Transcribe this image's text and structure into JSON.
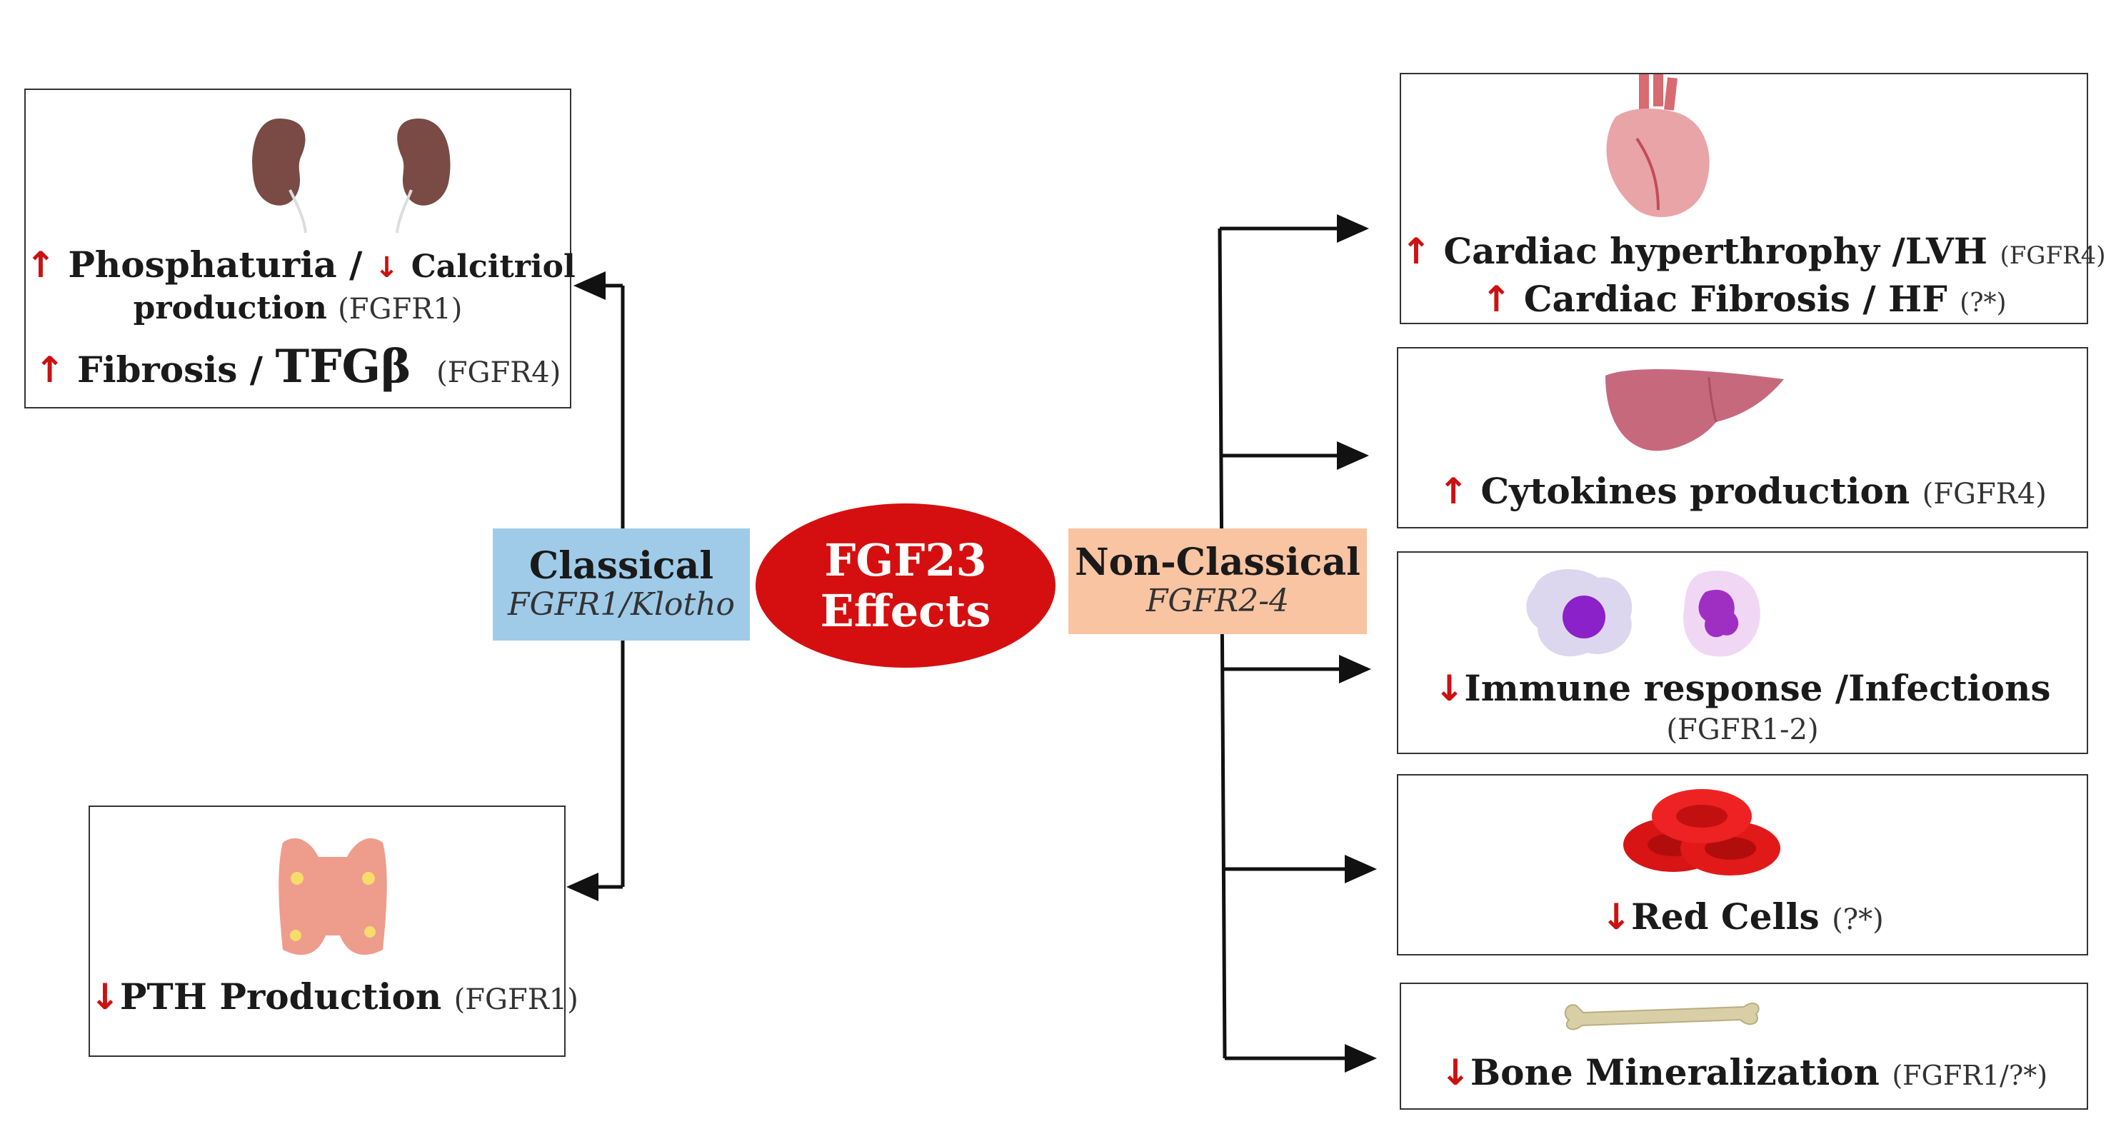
{
  "center": {
    "line1": "FGF23",
    "line2": "Effects"
  },
  "classical": {
    "title": "Classical",
    "subtitle": "FGFR1/Klotho"
  },
  "non_classical": {
    "title": "Non-Classical",
    "subtitle": "FGFR2-4"
  },
  "arrows": {
    "up": "↑",
    "down": "↓"
  },
  "kidney_box": {
    "line1_text": "Phosphaturia /",
    "line1_text2": "Calcitriol",
    "line2_text": "production",
    "line2_receptor": "(FGFR1)",
    "line3_text": "Fibrosis /",
    "line3_big": "TFGβ",
    "line3_receptor": "(FGFR4)"
  },
  "parathyroid_box": {
    "text": "PTH Production",
    "receptor": "(FGFR1)"
  },
  "heart_box": {
    "line1_text": "Cardiac hyperthrophy /LVH",
    "line1_receptor": "(FGFR4)",
    "line2_text": "Cardiac Fibrosis / HF",
    "line2_receptor": "(?*)"
  },
  "liver_box": {
    "text": "Cytokines production",
    "receptor": "(FGFR4)"
  },
  "immune_box": {
    "text": "Immune response /Infections",
    "receptor": "(FGFR1-2)"
  },
  "rbc_box": {
    "text": "Red Cells",
    "receptor": "(?*)"
  },
  "bone_box": {
    "text": "Bone Mineralization",
    "receptor": "(FGFR1/?*)"
  },
  "colors": {
    "arrow_red": "#cc1111",
    "center_fill": "#d50f0f",
    "classical_fill": "#9fcbe8",
    "non_classical_fill": "#f9c4a2"
  }
}
